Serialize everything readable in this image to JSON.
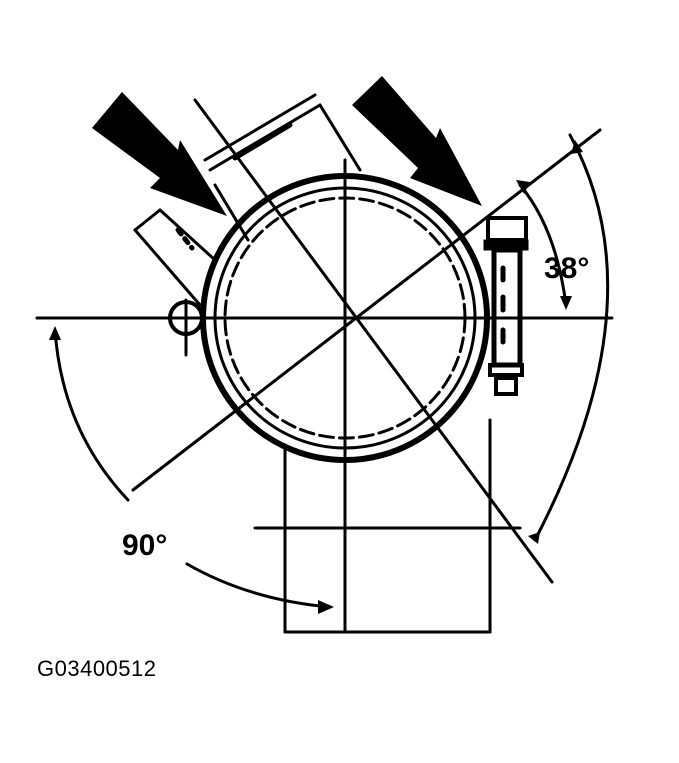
{
  "diagram": {
    "type": "technical-illustration",
    "subject": "hose clamp orientation on circular pipe connection",
    "colors": {
      "ink": "#000000",
      "background": "#ffffff"
    },
    "angles": {
      "clamp_angle_label": "38°",
      "reference_angle_label": "90°"
    },
    "figure_id": "G03400512"
  }
}
